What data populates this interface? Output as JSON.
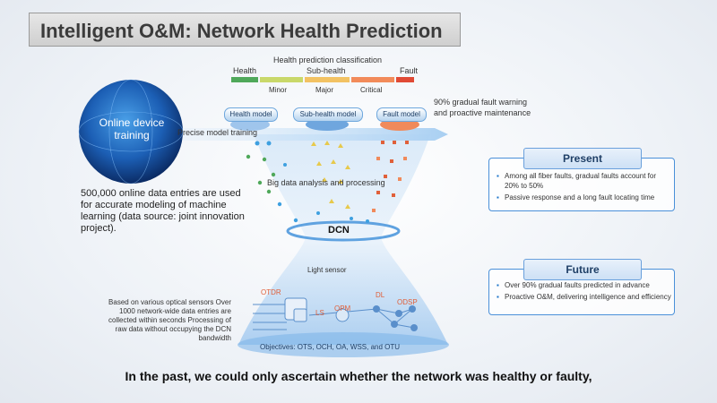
{
  "title": "Intelligent O&M: Network Health Prediction",
  "classification": {
    "title": "Health prediction classification",
    "levels": [
      "Health",
      "Sub-health",
      "Fault"
    ],
    "sublevels": [
      "Minor",
      "Major",
      "Critical"
    ],
    "colors": {
      "health": "#4fa85a",
      "minor": "#c9d86a",
      "major": "#f2c263",
      "critical": "#f28b5a",
      "fault": "#e04a35"
    }
  },
  "models": [
    "Health model",
    "Sub-health model",
    "Fault model"
  ],
  "warning_note": "90% gradual fault warning and proactive maintenance",
  "globe_label": "Online device training",
  "precise_training": "Precise model training",
  "left_text": "500,000 online data entries are used for accurate modeling of machine learning (data source: joint innovation project).",
  "big_data": "Big data analysis and processing",
  "dcn": "DCN",
  "light_sensor": "Light sensor",
  "sensors_note": "Based on various optical sensors Over 1000 network-wide data entries are collected within seconds Processing of raw data without occupying the DCN bandwidth",
  "devices": [
    "OTDR",
    "LS",
    "OPM",
    "DL",
    "ODSP"
  ],
  "objectives": "Objectives: OTS, OCH, OA, WSS, and OTU",
  "present": {
    "title": "Present",
    "items": [
      "Among all fiber faults, gradual faults account for 20% to 50%",
      "Passive response and a long fault locating time"
    ]
  },
  "future": {
    "title": "Future",
    "items": [
      "Over 90% gradual faults predicted in advance",
      "Proactive O&M, delivering intelligence and efficiency"
    ]
  },
  "caption": "In the past, we could only ascertain whether the network was healthy or faulty,"
}
